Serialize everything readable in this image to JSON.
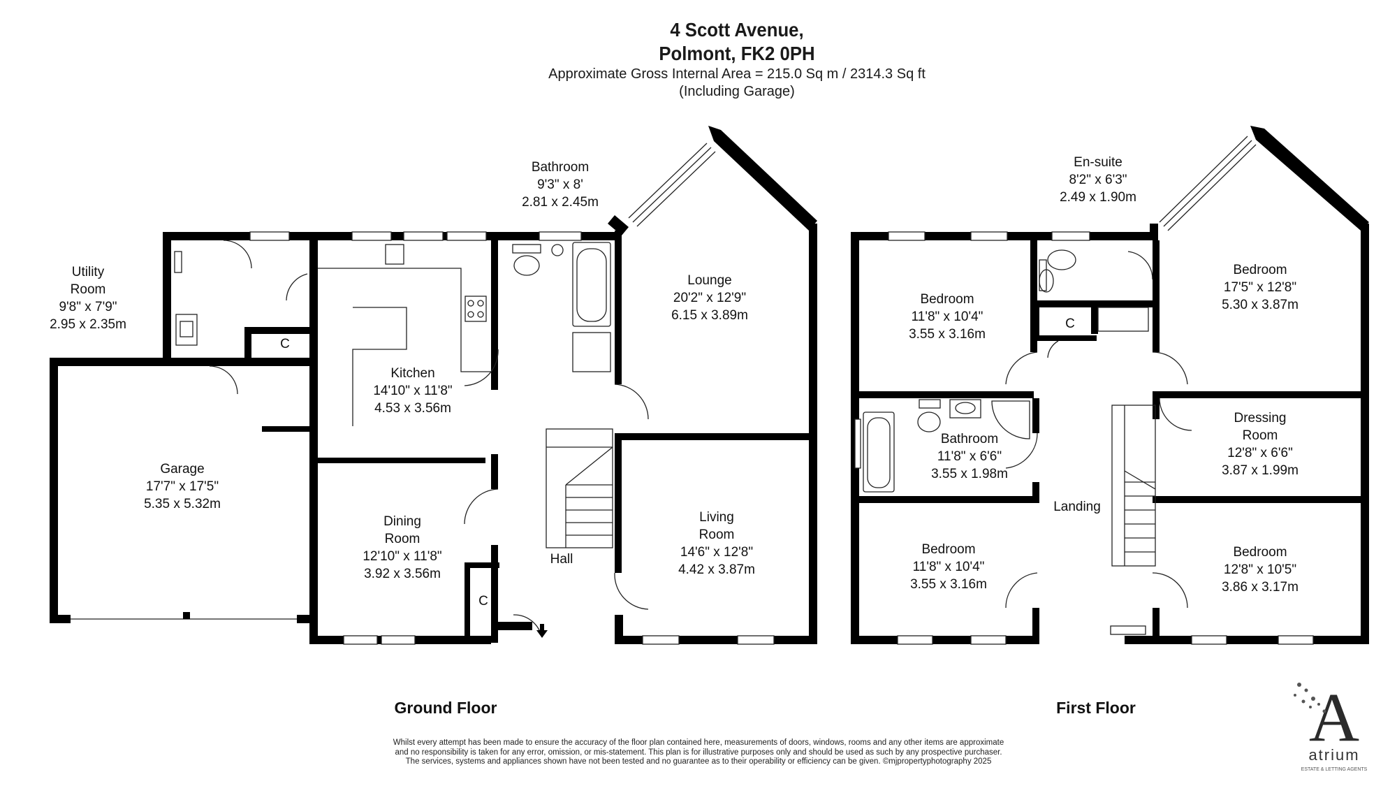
{
  "title": {
    "line1": "4 Scott Avenue,",
    "line2": "Polmont, FK2 0PH",
    "area": "Approximate Gross Internal Area = 215.0 Sq m / 2314.3 Sq ft",
    "note": "(Including Garage)"
  },
  "floors": {
    "ground": "Ground Floor",
    "first": "First Floor"
  },
  "rooms": {
    "utility": [
      "Utility",
      "Room",
      "9'8\" x 7'9\"",
      "2.95 x 2.35m"
    ],
    "bathroom_g": [
      "Bathroom",
      "9'3\" x 8'",
      "2.81 x 2.45m"
    ],
    "lounge": [
      "Lounge",
      "20'2\" x 12'9\"",
      "6.15 x 3.89m"
    ],
    "kitchen": [
      "Kitchen",
      "14'10\" x 11'8\"",
      "4.53 x 3.56m"
    ],
    "garage": [
      "Garage",
      "17'7\" x 17'5\"",
      "5.35 x 5.32m"
    ],
    "dining": [
      "Dining",
      "Room",
      "12'10\" x 11'8\"",
      "3.92 x 3.56m"
    ],
    "living": [
      "Living",
      "Room",
      "14'6\" x 12'8\"",
      "4.42 x 3.87m"
    ],
    "hall": "Hall",
    "cupboard": "C",
    "ensuite": [
      "En-suite",
      "8'2\" x 6'3\"",
      "2.49 x 1.90m"
    ],
    "bedroom_tl": [
      "Bedroom",
      "11'8\" x 10'4\"",
      "3.55 x 3.16m"
    ],
    "bedroom_tr": [
      "Bedroom",
      "17'5\" x 12'8\"",
      "5.30 x 3.87m"
    ],
    "bathroom_f": [
      "Bathroom",
      "11'8\" x 6'6\"",
      "3.55 x 1.98m"
    ],
    "dressing": [
      "Dressing",
      "Room",
      "12'8\" x 6'6\"",
      "3.87 x 1.99m"
    ],
    "landing": "Landing",
    "bedroom_bl": [
      "Bedroom",
      "11'8\" x 10'4\"",
      "3.55 x 3.16m"
    ],
    "bedroom_br": [
      "Bedroom",
      "12'8\" x 10'5\"",
      "3.86 x 3.17m"
    ]
  },
  "disclaimer": [
    "Whilst every attempt has been made to ensure the accuracy of the floor plan contained here, measurements of doors, windows, rooms and any other items are approximate",
    "and no responsibility is taken for any error, omission, or mis-statement. This plan is for illustrative purposes only and should be used as such by any prospective purchaser.",
    "The services, systems and appliances shown have not been tested and no guarantee as to their operability or efficiency can be given. ©mjpropertyphotography 2025"
  ],
  "logo": {
    "letter": "A",
    "name": "atrium",
    "tagline": "ESTATE & LETTING AGENTS"
  }
}
